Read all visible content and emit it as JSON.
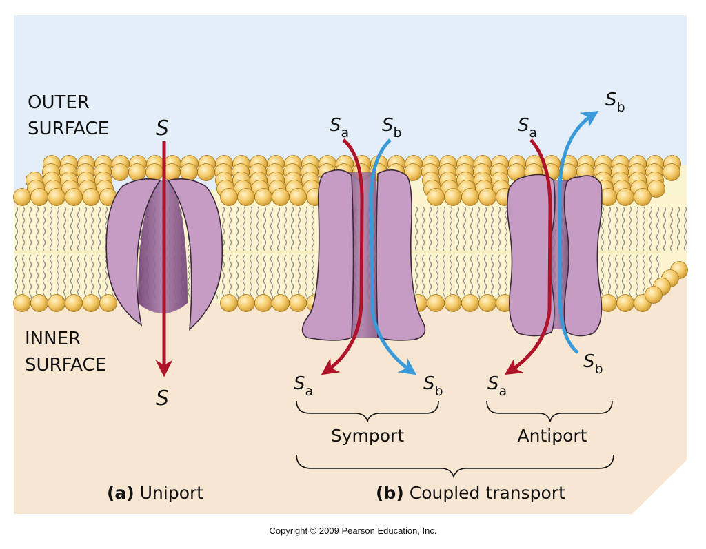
{
  "labels": {
    "outer_surface_line1": "OUTER",
    "outer_surface_line2": "SURFACE",
    "inner_surface_line1": "INNER",
    "inner_surface_line2": "SURFACE",
    "symport": "Symport",
    "antiport": "Antiport",
    "part_a_letter": "(a)",
    "part_a_name": "Uniport",
    "part_b_letter": "(b)",
    "part_b_name": "Coupled transport"
  },
  "substrates": {
    "s": "S",
    "s_main": "S",
    "sub_a": "a",
    "sub_b": "b"
  },
  "colors": {
    "outside": "#e4eef8",
    "inside": "#f7e6d2",
    "lipid_core": "#fbf4cf",
    "head": "#f2c25c",
    "protein": "#c79cc4",
    "channel": "#8e5a91",
    "arrow_red": "#b0122a",
    "arrow_blue": "#3a9ad9"
  },
  "copyright": "Copyright © 2009 Pearson Education, Inc."
}
